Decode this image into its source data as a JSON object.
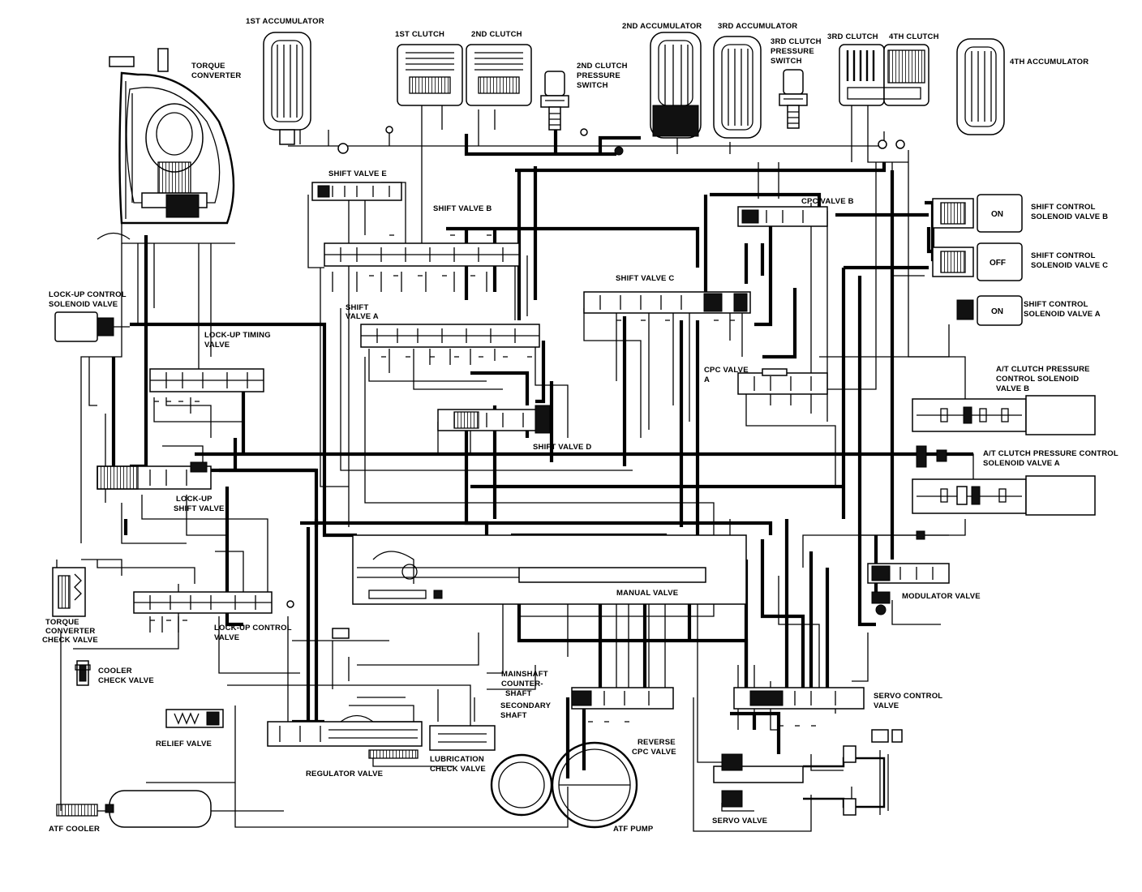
{
  "labels": {
    "acc1": "1ST ACCUMULATOR",
    "clutch1": "1ST CLUTCH",
    "clutch2": "2ND CLUTCH",
    "clutch2_sw_1": "2ND CLUTCH",
    "clutch2_sw_2": "PRESSURE",
    "clutch2_sw_3": "SWITCH",
    "acc2": "2ND ACCUMULATOR",
    "acc3": "3RD ACCUMULATOR",
    "clutch3_sw_1": "3RD CLUTCH",
    "clutch3_sw_2": "PRESSURE",
    "clutch3_sw_3": "SWITCH",
    "clutch3": "3RD CLUTCH",
    "clutch4": "4TH CLUTCH",
    "acc4": "4TH ACCUMULATOR",
    "tc_1": "TORQUE",
    "tc_2": "CONVERTER",
    "shift_e": "SHIFT VALVE E",
    "shift_b": "SHIFT VALVE B",
    "cpc_b": "CPC VALVE B",
    "scsv_b_1": "SHIFT CONTROL",
    "scsv_b_2": "SOLENOID VALVE B",
    "scsv_c_1": "SHIFT CONTROL",
    "scsv_c_2": "SOLENOID VALVE C",
    "scsv_a_1": "SHIFT CONTROL",
    "scsv_a_2": "SOLENOID VALVE A",
    "lockup_sol_1": "LOCK-UP CONTROL",
    "lockup_sol_2": "SOLENOID VALVE",
    "shift_a_1": "SHIFT",
    "shift_a_2": "VALVE A",
    "shift_c": "SHIFT VALVE C",
    "lockup_timing_1": "LOCK-UP TIMING",
    "lockup_timing_2": "VALVE",
    "cpc_a_1": "CPC VALVE",
    "cpc_a_2": "A",
    "atcp_b_1": "A/T CLUTCH PRESSURE",
    "atcp_b_2": "CONTROL SOLENOID",
    "atcp_b_3": "VALVE B",
    "shift_d": "SHIFT VALVE D",
    "atcp_a": "A/T CLUTCH PRESSURE CONTROL",
    "atcp_a_2": "SOLENOID VALVE A",
    "lockup_shift_1": "LOCK-UP",
    "lockup_shift_2": "SHIFT VALVE",
    "manual": "MANUAL VALVE",
    "modulator": "MODULATOR VALVE",
    "tccv_1": "TORQUE",
    "tccv_2": "CONVERTER",
    "tccv_3": "CHECK VALVE",
    "lockup_ctrl_1": "LOCK-UP CONTROL",
    "lockup_ctrl_2": "VALVE",
    "cooler_check_1": "COOLER",
    "cooler_check_2": "CHECK VALVE",
    "mainshaft": "MAINSHAFT",
    "countershaft_1": "COUNTER-",
    "countershaft_2": "SHAFT",
    "secondary_1": "SECONDARY",
    "secondary_2": "SHAFT",
    "servo_ctrl_1": "SERVO CONTROL",
    "servo_ctrl_2": "VALVE",
    "relief": "RELIEF VALVE",
    "lube_check_1": "LUBRICATION",
    "lube_check_2": "CHECK VALVE",
    "reverse_cpc_1": "REVERSE",
    "reverse_cpc_2": "CPC VALVE",
    "regulator": "REGULATOR VALVE",
    "atf_cooler": "ATF COOLER",
    "atf_pump": "ATF PUMP",
    "servo": "SERVO VALVE"
  },
  "solenoid_states": {
    "b": "ON",
    "c": "OFF",
    "a": "ON"
  }
}
